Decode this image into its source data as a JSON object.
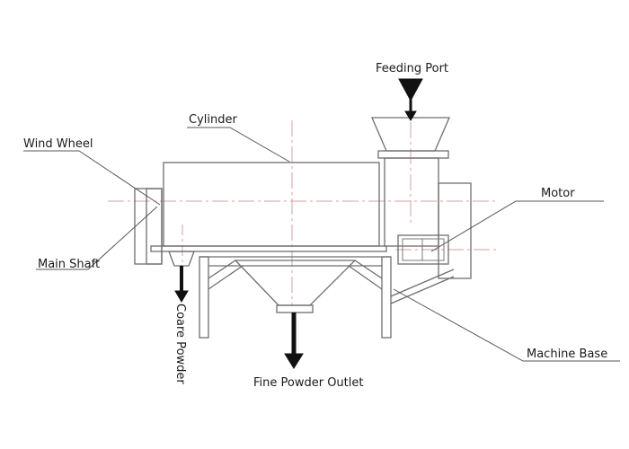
{
  "labels": {
    "feeding_port": "Feeding Port",
    "cylinder": "Cylinder",
    "wind_wheel": "Wind Wheel",
    "motor": "Motor",
    "main_shaft": "Main Shaft",
    "coarse_powder": "Coare Powder",
    "machine_base": "Machine Base",
    "fine_powder_outlet": "Fine Powder Outlet"
  },
  "colors": {
    "line": "#6e6e6e",
    "center_line": "#d6a0a0",
    "arrow": "#111111",
    "text": "#1a1a1a"
  }
}
